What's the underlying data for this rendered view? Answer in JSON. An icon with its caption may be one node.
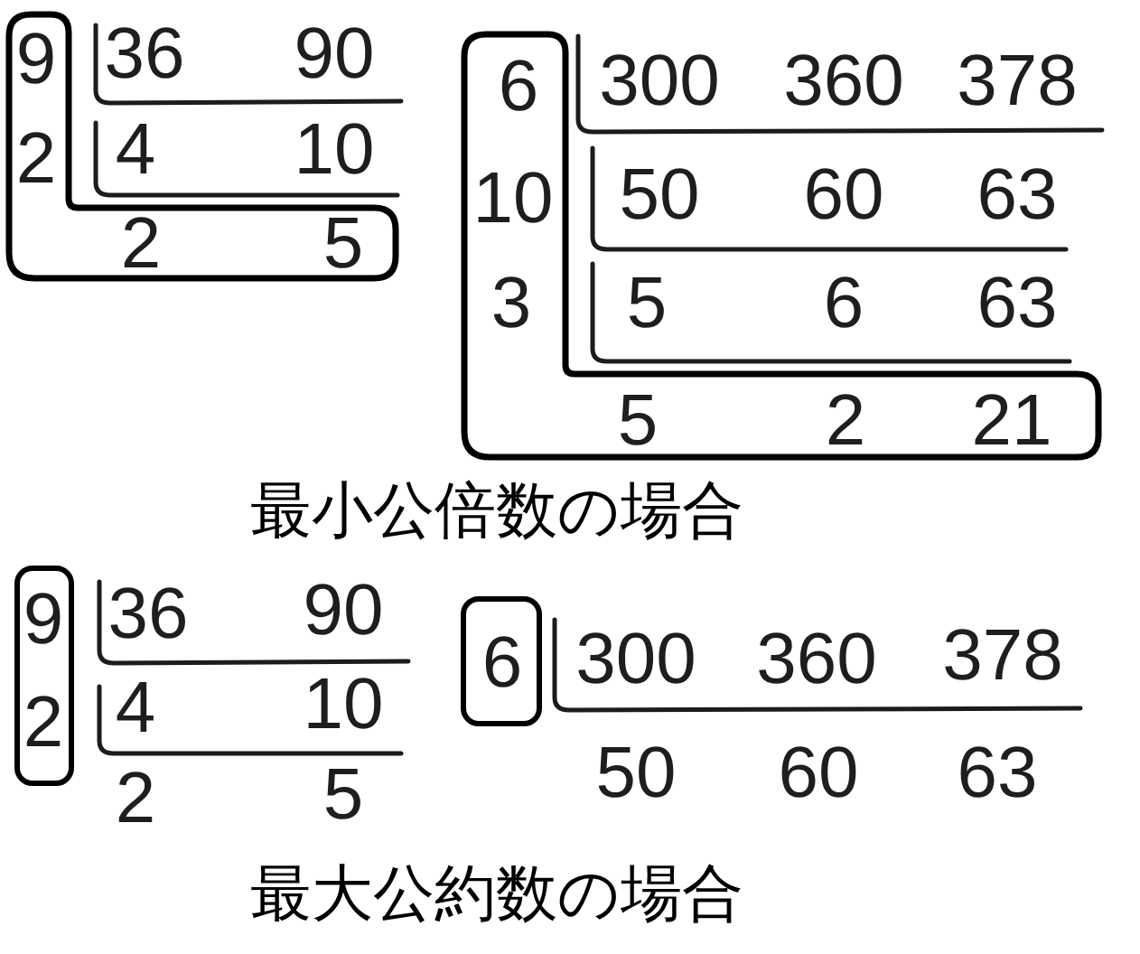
{
  "diagram": {
    "nodes": [
      {
        "text": [
          "9",
          "2",
          "2",
          "5"
        ]
      },
      {
        "text": [
          "6",
          "10",
          "3",
          "5",
          "2",
          "21"
        ]
      },
      {
        "text": [
          "9",
          "2"
        ]
      },
      {
        "text": [
          "6"
        ]
      }
    ],
    "labels": [
      "36",
      "90",
      "4",
      "10",
      "300",
      "360",
      "378",
      "50",
      "60",
      "63",
      "5",
      "6",
      "63",
      "最小公倍数の場合",
      "36",
      "90",
      "4",
      "10",
      "2",
      "5",
      "300",
      "360",
      "378",
      "50",
      "60",
      "63",
      "最大公約数の場合"
    ]
  }
}
